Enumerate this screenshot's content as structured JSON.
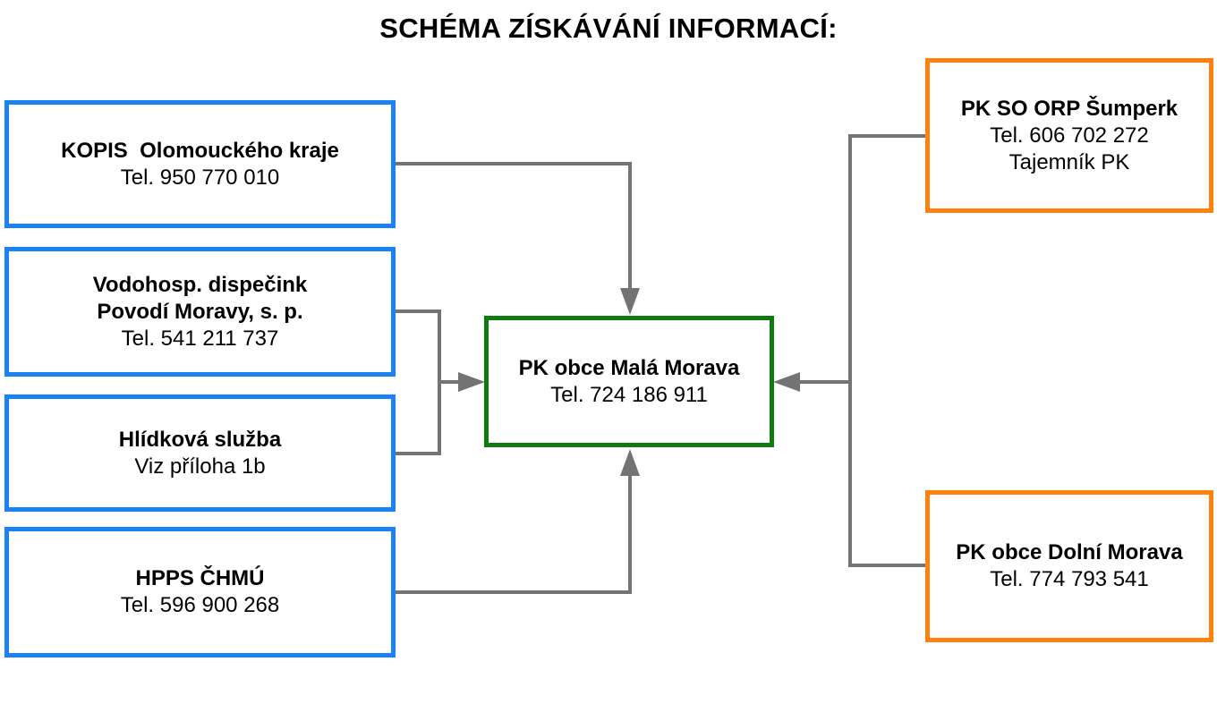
{
  "title": "SCHÉMA ZÍSKÁVÁNÍ INFORMACÍ:",
  "colors": {
    "source_border": "#1a82f2",
    "center_border": "#0f7a0f",
    "peer_border": "#ff820e",
    "connector": "#737373"
  },
  "nodes": {
    "kopis": {
      "name": "KOPIS  Olomouckého kraje",
      "detail": "Tel. 950 770 010"
    },
    "vodohosp": {
      "name_line1": "Vodohosp. dispečink",
      "name_line2": "Povodí Moravy, s. p.",
      "detail": "Tel. 541 211 737"
    },
    "hlidkova": {
      "name": "Hlídková služba",
      "detail": "Viz příloha 1b"
    },
    "hpps": {
      "name": "HPPS ČHMÚ",
      "detail": "Tel. 596 900 268"
    },
    "center": {
      "name": "PK obce Malá Morava",
      "detail": "Tel. 724 186 911"
    },
    "sumperk": {
      "name": "PK SO ORP Šumperk",
      "detail": "Tel. 606 702 272",
      "detail2": "Tajemník PK"
    },
    "dolni": {
      "name": "PK obce Dolní Morava",
      "detail": "Tel. 774 793 541"
    }
  }
}
